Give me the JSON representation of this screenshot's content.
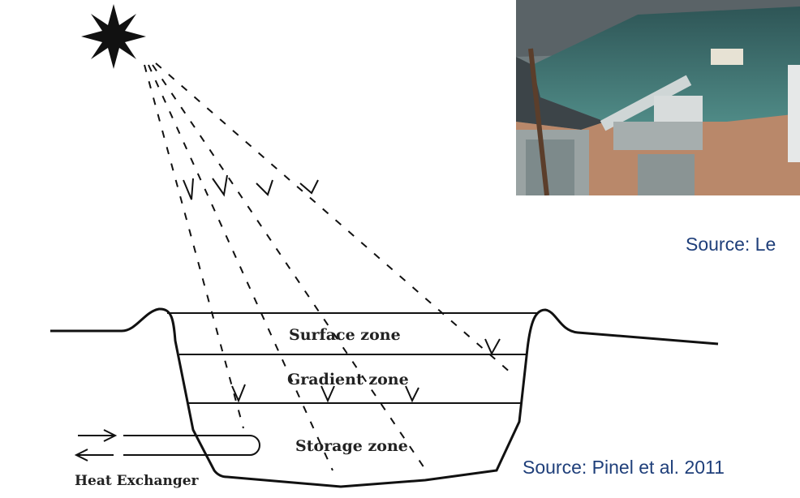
{
  "diagram": {
    "zones": [
      {
        "label": "Surface zone"
      },
      {
        "label": "Gradient zone"
      },
      {
        "label": "Storage zone"
      }
    ],
    "heat_exchanger_label": "Heat Exchanger"
  },
  "sources": {
    "photo_source": "Source: Le",
    "diagram_source": "Source: Pinel et al. 2011"
  },
  "colors": {
    "source_text": "#1f3f7a",
    "line": "#111111",
    "photo_water": "#3a6d6f"
  }
}
